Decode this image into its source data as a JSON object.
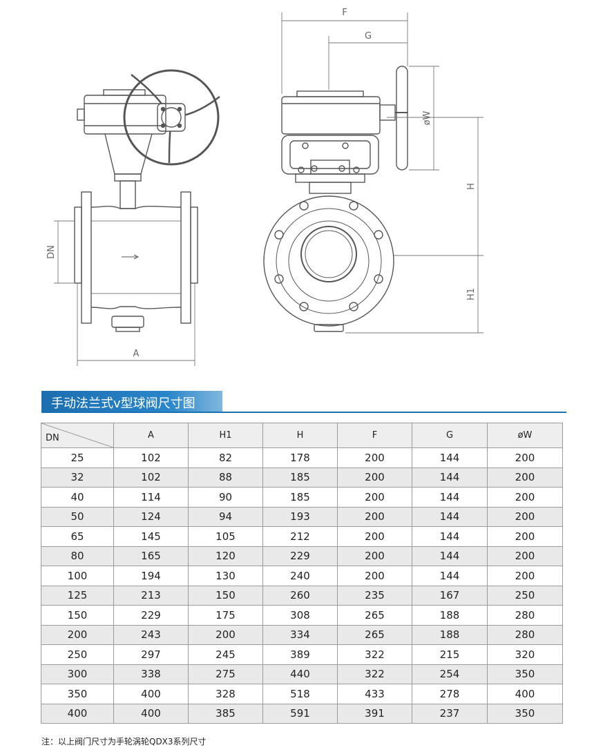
{
  "drawing": {
    "labels": {
      "F": "F",
      "G": "G",
      "W": "øW",
      "H": "H",
      "H1": "H1",
      "DN": "DN",
      "A": "A"
    }
  },
  "table_title": "手动法兰式v型球阀尺寸图",
  "table": {
    "corner_label": "DN",
    "headers": [
      "A",
      "H1",
      "H",
      "F",
      "G",
      "øW"
    ],
    "rows": [
      [
        "25",
        "102",
        "82",
        "178",
        "200",
        "144",
        "200"
      ],
      [
        "32",
        "102",
        "88",
        "185",
        "200",
        "144",
        "200"
      ],
      [
        "40",
        "114",
        "90",
        "185",
        "200",
        "144",
        "200"
      ],
      [
        "50",
        "124",
        "94",
        "193",
        "200",
        "144",
        "200"
      ],
      [
        "65",
        "145",
        "105",
        "212",
        "200",
        "144",
        "200"
      ],
      [
        "80",
        "165",
        "120",
        "229",
        "200",
        "144",
        "200"
      ],
      [
        "100",
        "194",
        "130",
        "240",
        "200",
        "144",
        "200"
      ],
      [
        "125",
        "213",
        "150",
        "260",
        "235",
        "167",
        "250"
      ],
      [
        "150",
        "229",
        "175",
        "308",
        "265",
        "188",
        "280"
      ],
      [
        "200",
        "243",
        "200",
        "334",
        "265",
        "188",
        "280"
      ],
      [
        "250",
        "297",
        "245",
        "389",
        "322",
        "215",
        "320"
      ],
      [
        "300",
        "338",
        "275",
        "440",
        "322",
        "254",
        "350"
      ],
      [
        "350",
        "400",
        "328",
        "518",
        "433",
        "278",
        "400"
      ],
      [
        "400",
        "400",
        "385",
        "591",
        "391",
        "237",
        "350"
      ]
    ]
  },
  "footnote": "注：以上阀门尺寸为手轮涡轮QDX3系列尺寸"
}
